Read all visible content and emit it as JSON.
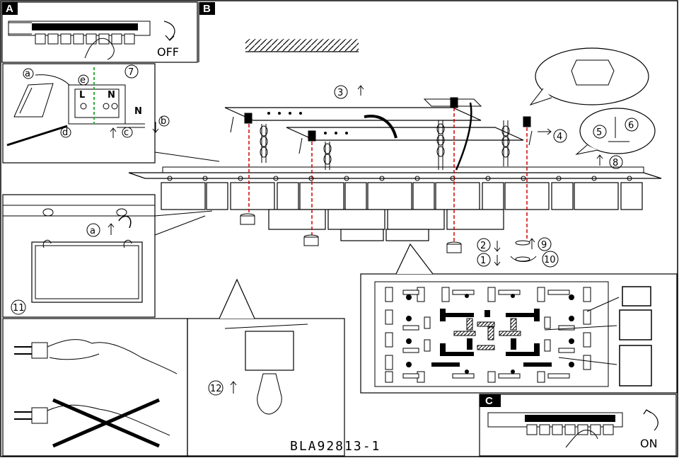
{
  "panels": {
    "A": {
      "tab": "A",
      "caption": "OFF"
    },
    "B": {
      "tab": "B"
    },
    "C": {
      "tab": "C",
      "caption": "ON"
    }
  },
  "wiring": {
    "step": "7",
    "labels": {
      "a": "a",
      "e": "e",
      "d": "d",
      "c": "c",
      "b": "b",
      "L": "L",
      "N": "N"
    }
  },
  "hanger": {
    "step": "11",
    "sub": "a"
  },
  "bulb": {
    "step": "12"
  },
  "steps": {
    "s3": "3",
    "s4": "4",
    "s5": "5",
    "s6": "6",
    "s8": "8",
    "s2": "2",
    "s9": "9",
    "s1": "1",
    "s10": "10"
  },
  "model_code": "BLA92813-1",
  "colors": {
    "ink": "#000000",
    "tab_bg": "#000000",
    "wire_green": "#2eae3a",
    "guide_red": "#d00000"
  }
}
